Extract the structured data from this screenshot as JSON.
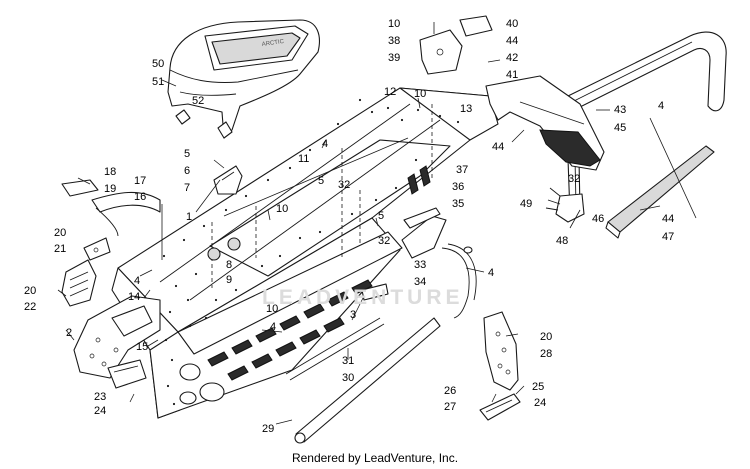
{
  "diagram": {
    "watermark": "LEADVENTURE",
    "credit": "Rendered by LeadVenture, Inc.",
    "callouts": [
      {
        "id": "c50",
        "text": "50"
      },
      {
        "id": "c51",
        "text": "51"
      },
      {
        "id": "c52",
        "text": "52"
      },
      {
        "id": "c10a",
        "text": "10"
      },
      {
        "id": "c38",
        "text": "38"
      },
      {
        "id": "c39",
        "text": "39"
      },
      {
        "id": "c40",
        "text": "40"
      },
      {
        "id": "c44a",
        "text": "44"
      },
      {
        "id": "c42",
        "text": "42"
      },
      {
        "id": "c41",
        "text": "41"
      },
      {
        "id": "c12",
        "text": "12"
      },
      {
        "id": "c10b",
        "text": "10"
      },
      {
        "id": "c13",
        "text": "13"
      },
      {
        "id": "c43",
        "text": "43"
      },
      {
        "id": "c4a",
        "text": "4"
      },
      {
        "id": "c45",
        "text": "45"
      },
      {
        "id": "c44b",
        "text": "44"
      },
      {
        "id": "c4b",
        "text": "4"
      },
      {
        "id": "c11",
        "text": "11"
      },
      {
        "id": "c37",
        "text": "37"
      },
      {
        "id": "c36",
        "text": "36"
      },
      {
        "id": "c35",
        "text": "35"
      },
      {
        "id": "c32a",
        "text": "32"
      },
      {
        "id": "c49",
        "text": "49"
      },
      {
        "id": "c48",
        "text": "48"
      },
      {
        "id": "c46",
        "text": "46"
      },
      {
        "id": "c44c",
        "text": "44"
      },
      {
        "id": "c47",
        "text": "47"
      },
      {
        "id": "c5a",
        "text": "5"
      },
      {
        "id": "c6",
        "text": "6"
      },
      {
        "id": "c7",
        "text": "7"
      },
      {
        "id": "c5b",
        "text": "5"
      },
      {
        "id": "c32b",
        "text": "32"
      },
      {
        "id": "c18",
        "text": "18"
      },
      {
        "id": "c19",
        "text": "19"
      },
      {
        "id": "c17",
        "text": "17"
      },
      {
        "id": "c16",
        "text": "16"
      },
      {
        "id": "c1",
        "text": "1"
      },
      {
        "id": "c10c",
        "text": "10"
      },
      {
        "id": "c5c",
        "text": "5"
      },
      {
        "id": "c32c",
        "text": "32"
      },
      {
        "id": "c20a",
        "text": "20"
      },
      {
        "id": "c21",
        "text": "21"
      },
      {
        "id": "c8",
        "text": "8"
      },
      {
        "id": "c9",
        "text": "9"
      },
      {
        "id": "c33",
        "text": "33"
      },
      {
        "id": "c34",
        "text": "34"
      },
      {
        "id": "c4c",
        "text": "4"
      },
      {
        "id": "c4d",
        "text": "4"
      },
      {
        "id": "c20b",
        "text": "20"
      },
      {
        "id": "c22",
        "text": "22"
      },
      {
        "id": "c14",
        "text": "14"
      },
      {
        "id": "c2",
        "text": "2"
      },
      {
        "id": "c10d",
        "text": "10"
      },
      {
        "id": "c4e",
        "text": "4"
      },
      {
        "id": "c3",
        "text": "3"
      },
      {
        "id": "c15",
        "text": "15"
      },
      {
        "id": "c20c",
        "text": "20"
      },
      {
        "id": "c28",
        "text": "28"
      },
      {
        "id": "c31",
        "text": "31"
      },
      {
        "id": "c30",
        "text": "30"
      },
      {
        "id": "c23",
        "text": "23"
      },
      {
        "id": "c24a",
        "text": "24"
      },
      {
        "id": "c26",
        "text": "26"
      },
      {
        "id": "c25",
        "text": "25"
      },
      {
        "id": "c27",
        "text": "27"
      },
      {
        "id": "c24b",
        "text": "24"
      },
      {
        "id": "c29",
        "text": "29"
      }
    ]
  }
}
